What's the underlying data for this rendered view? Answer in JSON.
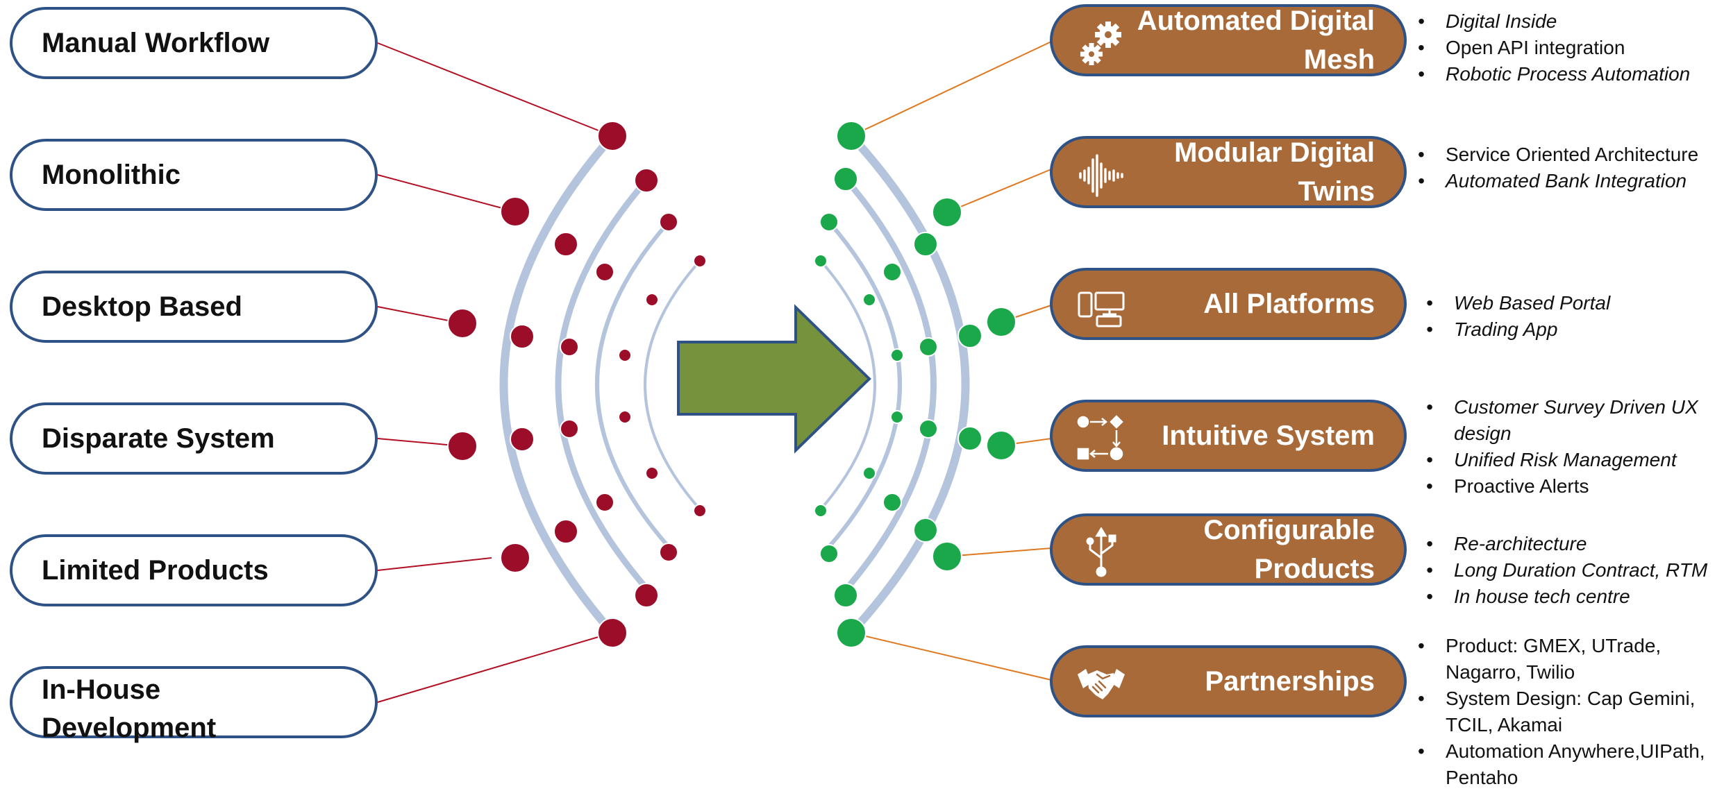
{
  "colors": {
    "left_dot": "#9b0d28",
    "right_dot": "#1aa84a",
    "arc": "#b4c4dd",
    "left_line": "#b30f22",
    "right_line": "#e0781f",
    "pill_border": "#2f5286",
    "right_pill_fill": "#a86a38",
    "arrow_fill": "#76923c",
    "arrow_stroke": "#2f5286"
  },
  "left_items": [
    {
      "label": "Manual Workflow"
    },
    {
      "label": "Monolithic"
    },
    {
      "label": "Desktop Based"
    },
    {
      "label": "Disparate System"
    },
    {
      "label": "Limited Products"
    },
    {
      "label": "In-House Development"
    }
  ],
  "right_items": [
    {
      "label": "Automated Digital Mesh",
      "icon": "gears-icon",
      "bullets": [
        {
          "text": "Digital Inside",
          "italic": true
        },
        {
          "text": "Open API integration",
          "italic": false
        },
        {
          "text": "Robotic Process Automation",
          "italic": true
        }
      ]
    },
    {
      "label": "Modular Digital Twins",
      "icon": "soundwave-icon",
      "bullets": [
        {
          "text": "Service Oriented Architecture",
          "italic": false
        },
        {
          "text": "Automated Bank Integration",
          "italic": true
        }
      ]
    },
    {
      "label": "All Platforms",
      "icon": "devices-icon",
      "bullets": [
        {
          "text": "Web Based Portal",
          "italic": true
        },
        {
          "text": "Trading App",
          "italic": true
        }
      ]
    },
    {
      "label": "Intuitive System",
      "icon": "flow-icon",
      "bullets": [
        {
          "text": "Customer Survey Driven UX design",
          "italic": true
        },
        {
          "text": "Unified Risk Management",
          "italic": true
        },
        {
          "text": "Proactive Alerts",
          "italic": false
        }
      ]
    },
    {
      "label": "Configurable Products",
      "icon": "usb-icon",
      "bullets": [
        {
          "text": "Re-architecture",
          "italic": true
        },
        {
          "text": "Long Duration Contract, RTM",
          "italic": true
        },
        {
          "text": "In house tech centre",
          "italic": true
        }
      ]
    },
    {
      "label": "Partnerships",
      "icon": "handshake-icon",
      "bullets": [
        {
          "text": "Product: GMEX, UTrade, Nagarro, Twilio",
          "italic": false
        },
        {
          "text": "System Design: Cap Gemini, TCIL, Akamai",
          "italic": false
        },
        {
          "text": "Automation Anywhere,UIPath, Pentaho",
          "italic": false
        }
      ]
    }
  ]
}
